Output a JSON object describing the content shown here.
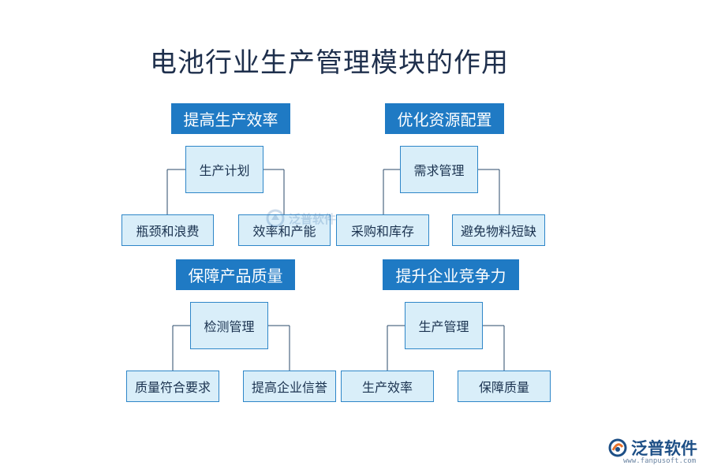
{
  "title": "电池行业生产管理模块的作用",
  "colors": {
    "heading_bg": "#1f7ac4",
    "heading_text": "#ffffff",
    "node_bg": "#d9eef9",
    "node_border": "#2e86c8",
    "connector": "#2a4a6a",
    "title_text": "#1e2f4c",
    "logo": "#1d4f86",
    "logo_accent": "#e8712a"
  },
  "sections": [
    {
      "heading": "提高生产效率",
      "center": "生产计划",
      "children": [
        "瓶颈和浪费",
        "效率和产能"
      ]
    },
    {
      "heading": "优化资源配置",
      "center": "需求管理",
      "children": [
        "采购和库存",
        "避免物料短缺"
      ]
    },
    {
      "heading": "保障产品质量",
      "center": "检测管理",
      "children": [
        "质量符合要求",
        "提高企业信誉"
      ]
    },
    {
      "heading": "提升企业竞争力",
      "center": "生产管理",
      "children": [
        "生产效率",
        "保障质量"
      ]
    }
  ],
  "watermark": {
    "icon": "fanpu-logo-icon",
    "text": "泛普软件"
  },
  "logo": {
    "icon": "fanpu-logo-icon",
    "text": "泛普软件",
    "url": "www.fanpusoft.com"
  }
}
